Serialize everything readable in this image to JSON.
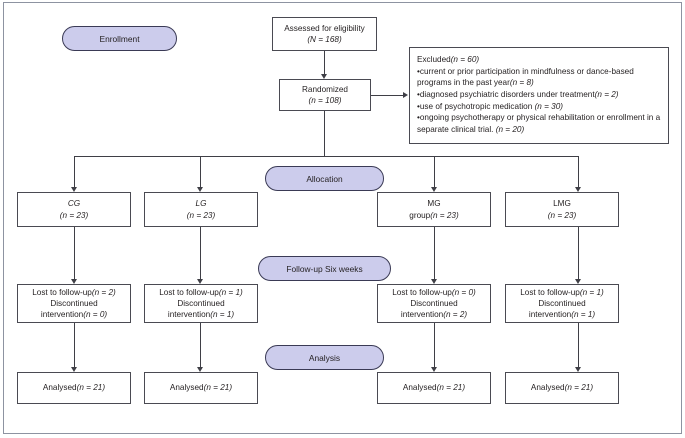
{
  "figure": {
    "type": "consort-flow-diagram",
    "colors": {
      "pill_fill": "#ccccec",
      "pill_border": "#3a3a55",
      "box_border": "#4a4a52",
      "line": "#3f3f46",
      "frame": "#8d93a1",
      "text": "#231f20",
      "background": "#ffffff"
    }
  },
  "stages": {
    "enrollment": "Enrollment",
    "allocation": "Allocation",
    "followup": "Follow-up Six weeks",
    "analysis": "Analysis"
  },
  "enrollment": {
    "assessed": {
      "line1": "Assessed for eligibility",
      "line2": "(N = 168)"
    },
    "randomized": {
      "line1": "Randomized",
      "line2": "(n = 108)"
    },
    "excluded": {
      "heading": "Excluded",
      "heading_n": "(n = 60)",
      "reasons": [
        {
          "text": "current or prior participation in mindfulness or dance-based programs in the past year",
          "n": "(n = 8)"
        },
        {
          "text": "diagnosed psychiatric disorders under treatment",
          "n": "(n = 2)"
        },
        {
          "text": "use of psychotropic medication ",
          "n": " (n = 30)"
        },
        {
          "text": "ongoing psychotherapy or physical rehabilitation or enrollment in a separate clinical trial. ",
          "n": " (n = 20)"
        }
      ]
    }
  },
  "arms": [
    {
      "id": "cg",
      "allocation_line1": "CG",
      "allocation_line1_italic": true,
      "allocation_line2": "(n = 23)",
      "followup_lost_label": "Lost to follow-up",
      "followup_lost_n": "(n = 2)",
      "followup_disc_label_line1": "Discontinued",
      "followup_disc_label_line2": "intervention",
      "followup_disc_n": "(n = 0)",
      "analysis_label": "Analysed",
      "analysis_n": "(n = 21)"
    },
    {
      "id": "lg",
      "allocation_line1": "LG",
      "allocation_line1_italic": true,
      "allocation_line2": "(n = 23)",
      "followup_lost_label": "Lost to follow-up",
      "followup_lost_n": "(n = 1)",
      "followup_disc_label_line1": "Discontinued",
      "followup_disc_label_line2": "intervention",
      "followup_disc_n": "(n = 1)",
      "analysis_label": "Analysed",
      "analysis_n": "(n = 21)"
    },
    {
      "id": "mg",
      "allocation_line1": "MG",
      "allocation_line1_italic": false,
      "allocation_line2_prefix": "group",
      "allocation_line2": "(n = 23)",
      "followup_lost_label": "Lost to follow-up",
      "followup_lost_n": "(n = 0)",
      "followup_disc_label_line1": "Discontinued",
      "followup_disc_label_line2": "intervention",
      "followup_disc_n": "(n = 2)",
      "analysis_label": "Analysed",
      "analysis_n": "(n = 21)"
    },
    {
      "id": "lmg",
      "allocation_line1": "LMG",
      "allocation_line1_italic": false,
      "allocation_line2": "(n = 23)",
      "followup_lost_label": "Lost to follow-up",
      "followup_lost_n": "(n = 1)",
      "followup_disc_label_line1": "Discontinued",
      "followup_disc_label_line2": "intervention",
      "followup_disc_n": "(n = 1)",
      "analysis_label": "Analysed",
      "analysis_n": "(n = 21)"
    }
  ]
}
